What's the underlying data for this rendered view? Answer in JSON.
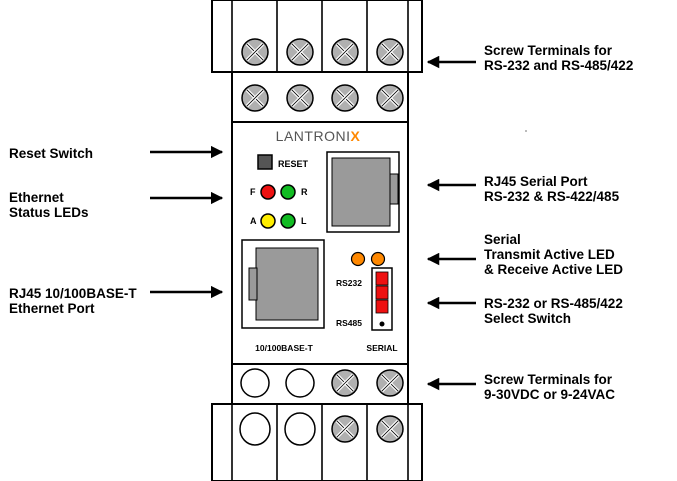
{
  "device": {
    "brand": "LANTRONIX",
    "reset_label": "RESET",
    "led_labels": {
      "top_left": "F",
      "top_right": "R",
      "bottom_left": "A",
      "bottom_right": "L"
    },
    "rs232_label": "RS232",
    "rs485_label": "RS485",
    "ethernet_port_label": "10/100BASE-T",
    "serial_port_label": "SERIAL"
  },
  "callouts": {
    "screw_top": [
      "Screw Terminals for",
      "RS-232 and RS-485/422"
    ],
    "reset": [
      "Reset Switch"
    ],
    "ethernet_leds": [
      "Ethernet",
      "Status LEDs"
    ],
    "rj45_serial": [
      "RJ45 Serial Port",
      "RS-232 & RS-422/485"
    ],
    "serial_leds": [
      "Serial",
      "Transmit Active LED",
      "& Receive Active LED"
    ],
    "rj45_ethernet": [
      "RJ45 10/100BASE-T",
      "Ethernet Port"
    ],
    "select_switch": [
      "RS-232 or RS-485/422",
      "Select Switch"
    ],
    "screw_bottom": [
      "Screw Terminals for",
      "9-30VDC or 9-24VAC"
    ]
  },
  "colors": {
    "led_red": "#ee1111",
    "led_green": "#11bb22",
    "led_yellow": "#ffee00",
    "led_orange": "#ff8800",
    "switch_red": "#ee1111",
    "brand_x": "#ff8800",
    "screw_gray": "#b0b0b0",
    "jack_gray": "#9a9a9a"
  }
}
